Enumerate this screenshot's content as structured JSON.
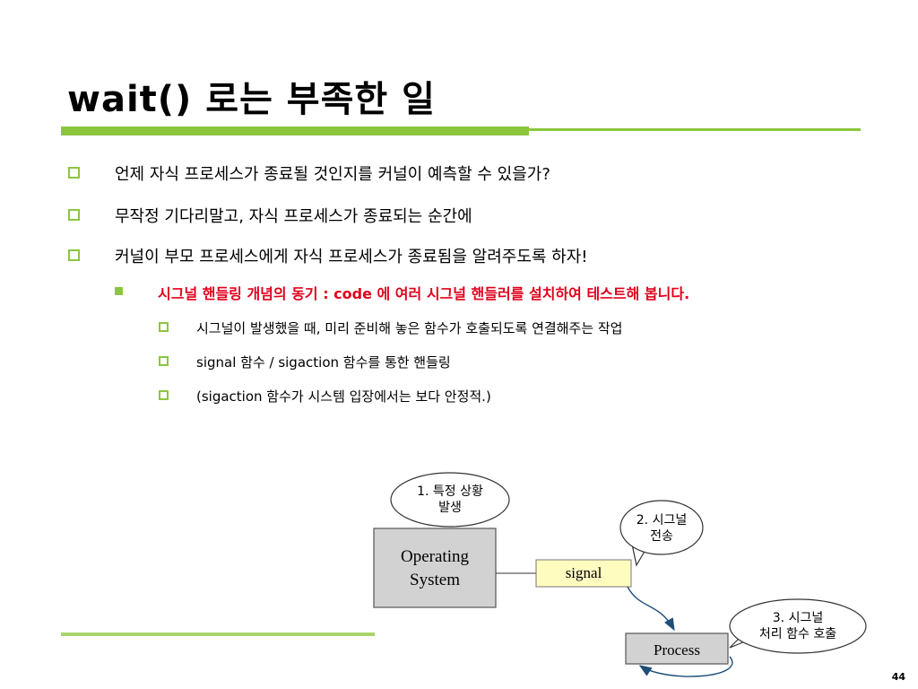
{
  "title": "wait() 로는 부족한 일",
  "bullets": [
    "언제 자식 프로세스가 종료될 것인지를 커널이  예측할 수 있을가?",
    "무작정 기다리말고,  자식 프로세스가 종료되는 순간에",
    "커널이 부모 프로세스에게 자식 프로세스가 종료됨을 알려주도록 하자!"
  ],
  "sub_bullet": "시그널 핸들링 개념의 동기  : code 에 여러 시그널 핸들러를 설치하여 테스트해 봅니다.",
  "sub_sub_bullets": [
    "시그널이 발생했을 때, 미리 준비해 놓은 함수가 호출되도록 연결해주는 작업",
    "signal 함수 / sigaction 함수를 통한 핸들링",
    "(sigaction 함수가 시스템 입장에서는 보다 안정적.)"
  ],
  "diagram": {
    "os_line1": "Operating",
    "os_line2": "System",
    "signal": "signal",
    "process": "Process",
    "callout1_line1": "1. 특정 상황",
    "callout1_line2": "발생",
    "callout2_line1": "2. 시그널",
    "callout2_line2": "전송",
    "callout3_line1": "3. 시그널",
    "callout3_line2": "처리 함수 호출"
  },
  "page_number": "44",
  "colors": {
    "accent_green": "#8cc63f",
    "highlight_red": "#e0001b",
    "signal_box": "#fffcc0"
  }
}
